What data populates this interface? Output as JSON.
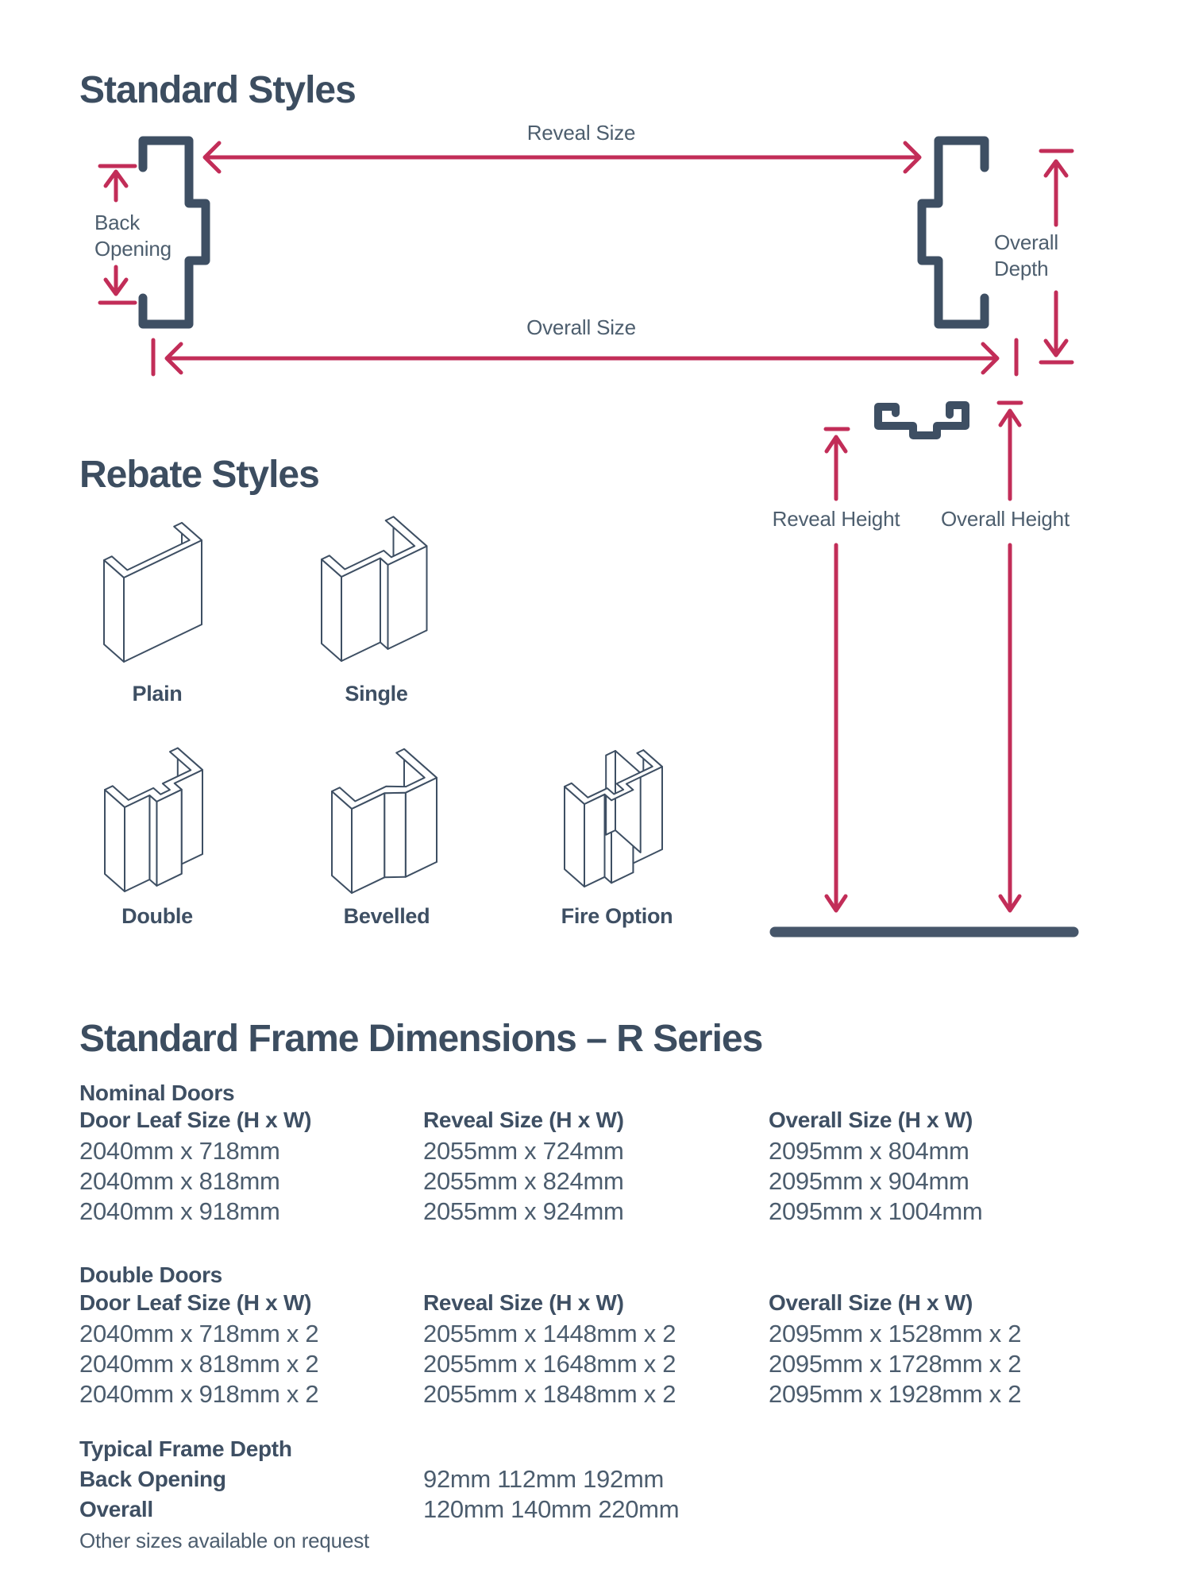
{
  "colors": {
    "slate": "#3E4F63",
    "label": "#4D5E6E",
    "crimson": "#C22D58"
  },
  "standard_styles": {
    "title": "Standard Styles",
    "reveal_size": "Reveal Size",
    "overall_size": "Overall Size",
    "back_opening": "Back Opening",
    "overall_depth": "Overall Depth"
  },
  "height_diagram": {
    "reveal_height": "Reveal Height",
    "overall_height": "Overall Height"
  },
  "rebate_styles": {
    "title": "Rebate Styles",
    "items": [
      {
        "label": "Plain"
      },
      {
        "label": "Single"
      },
      {
        "label": "Double"
      },
      {
        "label": "Bevelled"
      },
      {
        "label": "Fire Option"
      }
    ]
  },
  "dimensions": {
    "title": "Standard Frame Dimensions – R Series",
    "nominal": {
      "title": "Nominal Doors",
      "columns": [
        "Door Leaf Size (H x W)",
        "Reveal Size (H x W)",
        "Overall Size (H x W)"
      ],
      "rows": [
        [
          "2040mm x 718mm",
          "2055mm x 724mm",
          "2095mm x 804mm"
        ],
        [
          "2040mm x 818mm",
          "2055mm x 824mm",
          "2095mm x 904mm"
        ],
        [
          "2040mm x 918mm",
          "2055mm x 924mm",
          "2095mm x 1004mm"
        ]
      ]
    },
    "double": {
      "title": "Double Doors",
      "columns": [
        "Door Leaf Size (H x W)",
        "Reveal Size (H x W)",
        "Overall Size (H x W)"
      ],
      "rows": [
        [
          "2040mm x 718mm x 2",
          "2055mm x 1448mm x 2",
          "2095mm x 1528mm x 2"
        ],
        [
          "2040mm x 818mm x 2",
          "2055mm x 1648mm x 2",
          "2095mm x 1728mm x 2"
        ],
        [
          "2040mm x 918mm x 2",
          "2055mm x 1848mm x 2",
          "2095mm x 1928mm x 2"
        ]
      ]
    },
    "frame_depth": {
      "title": "Typical Frame Depth",
      "rows": [
        {
          "label": "Back Opening",
          "values": "92mm 112mm 192mm"
        },
        {
          "label": "Overall",
          "values": "120mm 140mm 220mm"
        }
      ],
      "note": "Other sizes available on request"
    }
  }
}
